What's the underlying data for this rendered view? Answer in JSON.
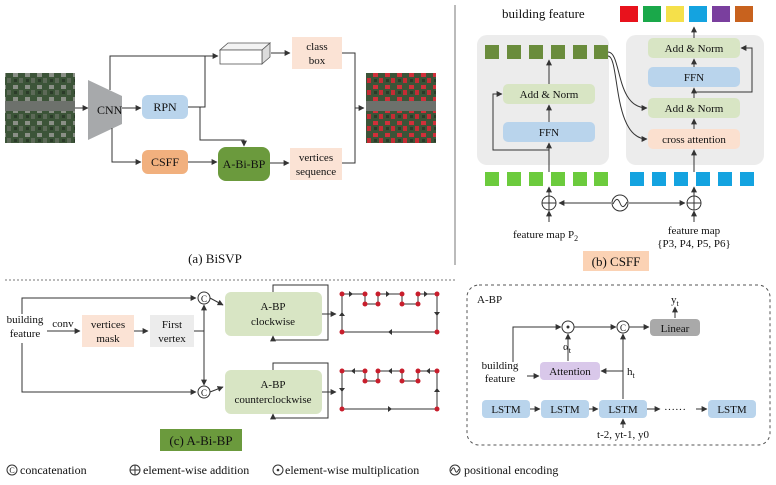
{
  "panel_a": {
    "caption": "(a) BiSVP",
    "cnn": "CNN",
    "rpn": "RPN",
    "csff": "CSFF",
    "abibp": "A-Bi-BP",
    "class_box_1": "class",
    "class_box_2": "box",
    "vertices_seq_1": "vertices",
    "vertices_seq_2": "sequence"
  },
  "panel_b": {
    "caption": "(b) CSFF",
    "building_feature": "building feature",
    "add_norm": "Add & Norm",
    "ffn": "FFN",
    "cross_attention": "cross attention",
    "feature_map_p2_text": "feature map P",
    "feature_map_p2_sub": "2",
    "feature_map_multi_label": "feature map",
    "feature_map_multi": "{P3, P4, P5, P6}",
    "building_feature_colors": [
      "#e8121c",
      "#1aa84a",
      "#f5e04a",
      "#14a3e0",
      "#7a3f9e",
      "#c8621e"
    ]
  },
  "panel_c": {
    "caption": "(c) A-Bi-BP",
    "building_feature_1": "building",
    "building_feature_2": "feature",
    "conv": "conv",
    "vertices_mask_1": "vertices",
    "vertices_mask_2": "mask",
    "first_vertex_1": "First",
    "first_vertex_2": "vertex",
    "abp": "A-BP",
    "clockwise": "clockwise",
    "counterclockwise": "counterclockwise",
    "concat_symbol": "C"
  },
  "panel_d": {
    "title": "A-BP",
    "linear": "Linear",
    "attention": "Attention",
    "lstm": "LSTM",
    "dots": "······",
    "building_feature_1": "building",
    "building_feature_2": "feature",
    "alpha_t": "α",
    "alpha_sub": "t",
    "h_t": "h",
    "h_sub": "t",
    "y_t": "y",
    "y_sub": "t",
    "inputs": "y",
    "inputs_text": "t-2, yt-1, y0"
  },
  "legend": {
    "concatenation": "concatenation",
    "elementwise_addition": "element-wise addition",
    "elementwise_multiplication": "element-wise multiplication",
    "positional_encoding": "positional encoding"
  }
}
